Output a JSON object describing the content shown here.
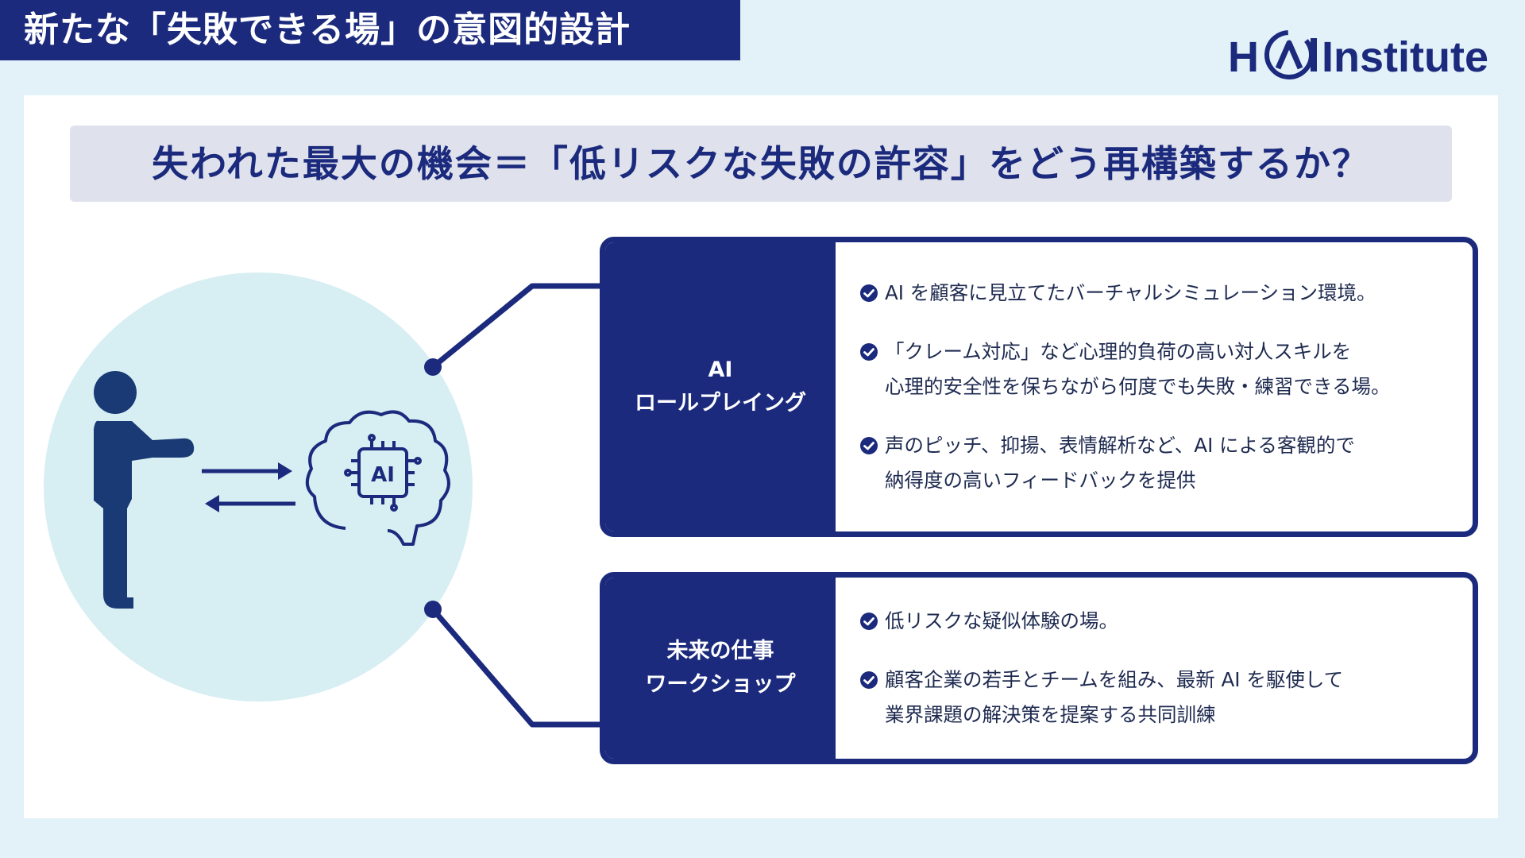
{
  "header": {
    "title": "新たな「失敗できる場」の意図的設計"
  },
  "logo": {
    "text_h": "H",
    "text_rest": "Institute",
    "brand_color": "#1b2a7d",
    "accent_color": "#2a88c9"
  },
  "subtitle": "失われた最大の機会＝「低リスクな失敗の許容」をどう再構築するか？",
  "illustration": {
    "chip_label": "AI",
    "person_icon": "person-icon",
    "brain_icon": "brain-chip-icon",
    "arrows_icon": "exchange-arrows-icon"
  },
  "cards": [
    {
      "label_line1": "AI",
      "label_line2": "ロールプレイング",
      "items": [
        {
          "lines": [
            "AI を顧客に見立てたバーチャルシミュレーション環境。"
          ]
        },
        {
          "lines": [
            "「クレーム対応」など心理的負荷の高い対人スキルを",
            "心理的安全性を保ちながら何度でも失敗・練習できる場。"
          ]
        },
        {
          "lines": [
            "声のピッチ、抑揚、表情解析など、AI による客観的で",
            "納得度の高いフィードバックを提供"
          ]
        }
      ]
    },
    {
      "label_line1": "未来の仕事",
      "label_line2": "ワークショップ",
      "items": [
        {
          "lines": [
            "低リスクな疑似体験の場。"
          ]
        },
        {
          "lines": [
            "顧客企業の若手とチームを組み、最新 AI を駆使して",
            "業界課題の解決策を提案する共同訓練"
          ]
        }
      ]
    }
  ],
  "colors": {
    "navy": "#1b2a7d",
    "circle": "#d7eef3",
    "person": "#1a3a75",
    "background": "#e3f1f9"
  }
}
